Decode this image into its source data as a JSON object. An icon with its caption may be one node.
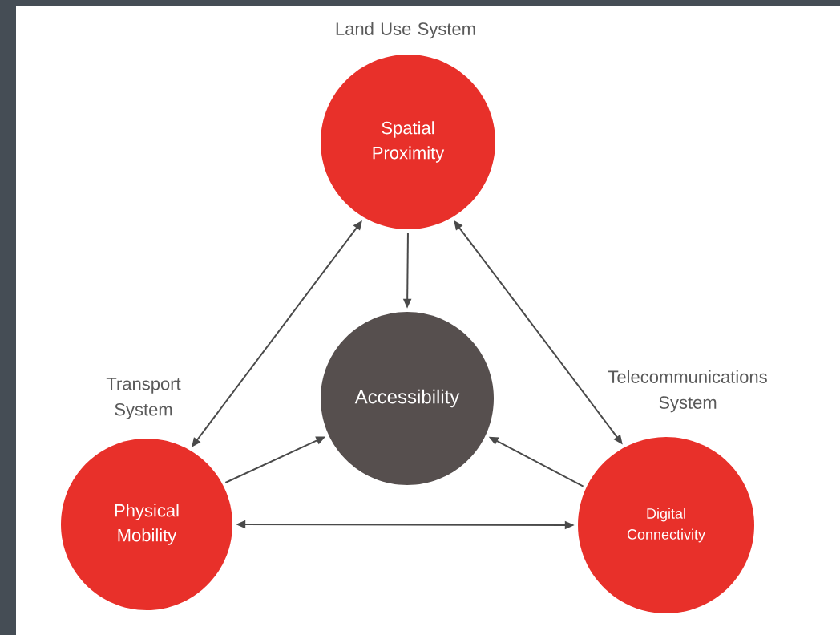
{
  "diagram": {
    "nodes": [
      {
        "text": [
          "Spatial Proximity"
        ],
        "beside": [
          "Land Use System"
        ]
      },
      {
        "text": [
          "Accessibility"
        ]
      },
      {
        "text": [
          "Physical Mobility"
        ],
        "beside": [
          "Transport System"
        ]
      },
      {
        "text": [
          "Digital Connectivity"
        ],
        "beside": [
          "Telecommunications System"
        ]
      }
    ],
    "edges": [
      {
        "from": 0,
        "to": 1,
        "arrow": "to"
      },
      {
        "from": 0,
        "to": 2,
        "arrow": "both"
      },
      {
        "from": 0,
        "to": 3,
        "arrow": "both"
      },
      {
        "from": 2,
        "to": 1,
        "arrow": "to"
      },
      {
        "from": 3,
        "to": 1,
        "arrow": "to"
      },
      {
        "from": 2,
        "to": 3,
        "arrow": "both"
      }
    ]
  }
}
